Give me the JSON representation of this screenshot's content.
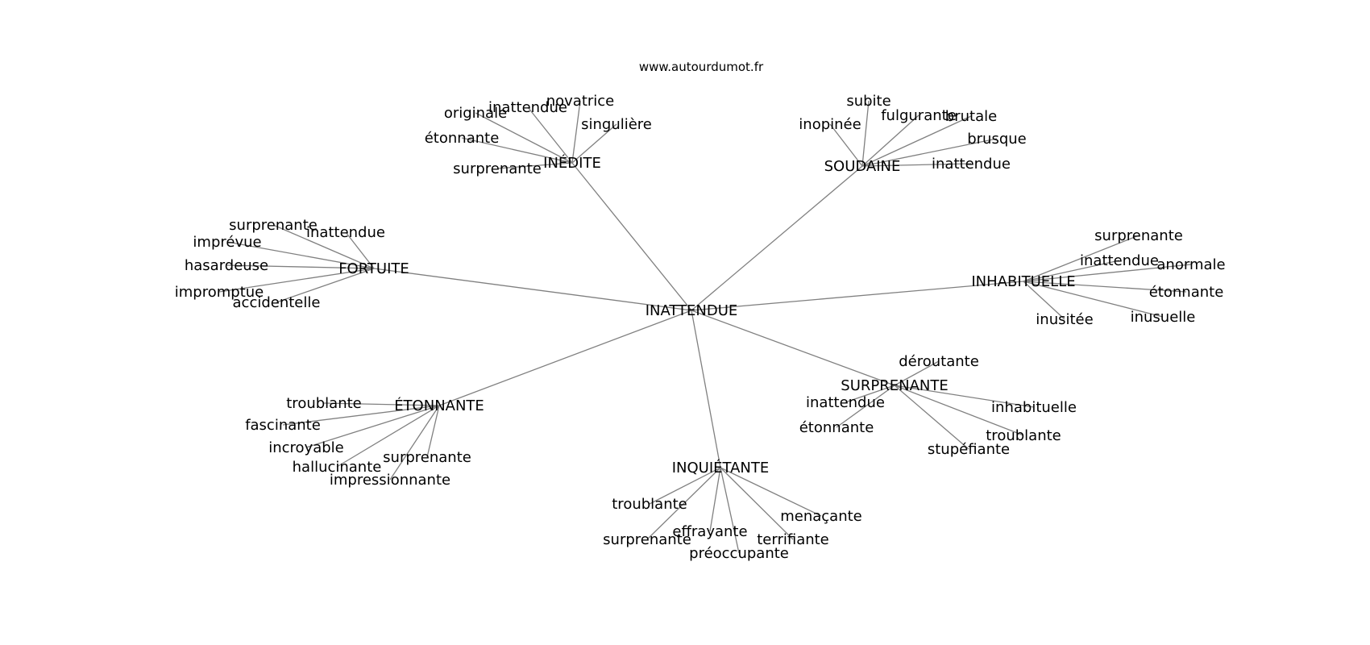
{
  "site": "www.autourdumot.fr",
  "colors": {
    "edge": "#808080",
    "text": "#000000",
    "background": "#ffffff"
  },
  "center": "INATTENDUE",
  "groups": [
    {
      "label": "INÉDITE",
      "words": [
        "originale",
        "inattendue",
        "novatrice",
        "singulière",
        "étonnante",
        "surprenante"
      ]
    },
    {
      "label": "SOUDAINE",
      "words": [
        "subite",
        "inopinée",
        "fulgurante",
        "brutale",
        "brusque",
        "inattendue"
      ]
    },
    {
      "label": "FORTUITE",
      "words": [
        "surprenante",
        "imprévue",
        "inattendue",
        "hasardeuse",
        "impromptue",
        "accidentelle"
      ]
    },
    {
      "label": "INHABITUELLE",
      "words": [
        "surprenante",
        "inattendue",
        "anormale",
        "étonnante",
        "inusitée",
        "inusuelle"
      ]
    },
    {
      "label": "SURPRENANTE",
      "words": [
        "déroutante",
        "inattendue",
        "inhabituelle",
        "étonnante",
        "troublante",
        "stupéfiante"
      ]
    },
    {
      "label": "ÉTONNANTE",
      "words": [
        "troublante",
        "fascinante",
        "incroyable",
        "surprenante",
        "hallucinante",
        "impressionnante"
      ]
    },
    {
      "label": "INQUIÉTANTE",
      "words": [
        "troublante",
        "menaçante",
        "effrayante",
        "surprenante",
        "terrifiante",
        "préoccupante"
      ]
    }
  ]
}
